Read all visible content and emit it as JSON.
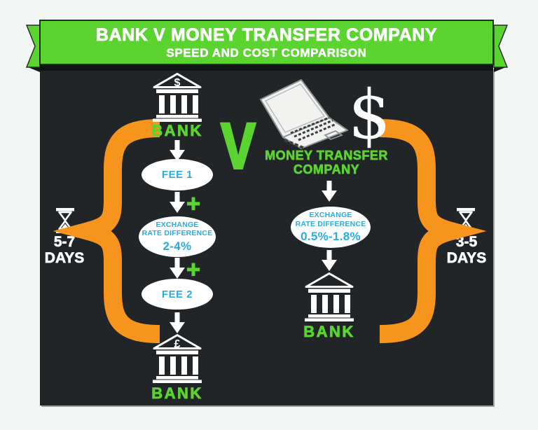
{
  "colors": {
    "green": "#5BD331",
    "orange": "#F7941E",
    "blue": "#29ABE2",
    "panel_dark": "#212527",
    "background": "#F2F6F4",
    "white": "#FFFFFF"
  },
  "banner": {
    "title": "BANK V MONEY TRANSFER COMPANY",
    "subtitle": "SPEED AND COST COMPARISON"
  },
  "versus": "V",
  "left_flow": {
    "duration": {
      "value": "5-7",
      "unit": "DAYS"
    },
    "bank_top": {
      "symbol": "$",
      "label": "BANK"
    },
    "fee1": {
      "label": "FEE 1"
    },
    "plus1": "+",
    "exchange": {
      "line1": "EXCHANGE",
      "line2": "RATE DIFFERENCE",
      "value": "2-4%"
    },
    "plus2": "+",
    "fee2": {
      "label": "FEE 2"
    },
    "bank_bottom": {
      "symbol": "£",
      "label": "BANK"
    }
  },
  "right_flow": {
    "duration": {
      "value": "3-5",
      "unit": "DAYS"
    },
    "company": {
      "symbol": "$",
      "line1": "MONEY TRANSFER",
      "line2": "COMPANY"
    },
    "exchange": {
      "line1": "EXCHANGE",
      "line2": "RATE DIFFERENCE",
      "value": "0.5%-1.8%"
    },
    "bank": {
      "label": "BANK"
    }
  }
}
